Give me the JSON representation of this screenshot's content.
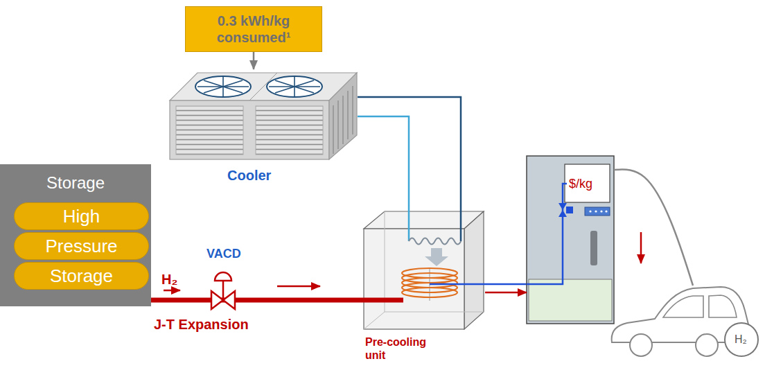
{
  "diagram": {
    "nodes": [
      {
        "text": [
          "0.3 kWh/kg consumed¹"
        ]
      },
      {
        "text": [
          "Cooler"
        ]
      },
      {
        "text": [
          "Storage"
        ]
      },
      {
        "text": [
          "High"
        ],
        "in": 2
      },
      {
        "text": [
          "Pressure"
        ],
        "in": 2
      },
      {
        "text": [
          "Storage"
        ],
        "in": 2
      },
      {
        "text": [
          "Pre-cooling unit"
        ]
      },
      {
        "text": [
          "$/kg"
        ]
      },
      {
        "text": [
          "H₂"
        ]
      }
    ],
    "edges": [
      {
        "from": 0,
        "to": 1,
        "arrow": "to"
      },
      {
        "from": 1,
        "to": 6,
        "arrow": "none"
      },
      {
        "from": 1,
        "to": 6,
        "arrow": "none"
      },
      {
        "from": 2,
        "to": 6,
        "arrow": "none"
      },
      {
        "from": 6,
        "to": 7,
        "arrow": "to"
      },
      {
        "from": 7,
        "to": 8,
        "arrow": "none"
      }
    ],
    "labels": [
      "H₂",
      "VACD",
      "J-T Expansion"
    ]
  }
}
